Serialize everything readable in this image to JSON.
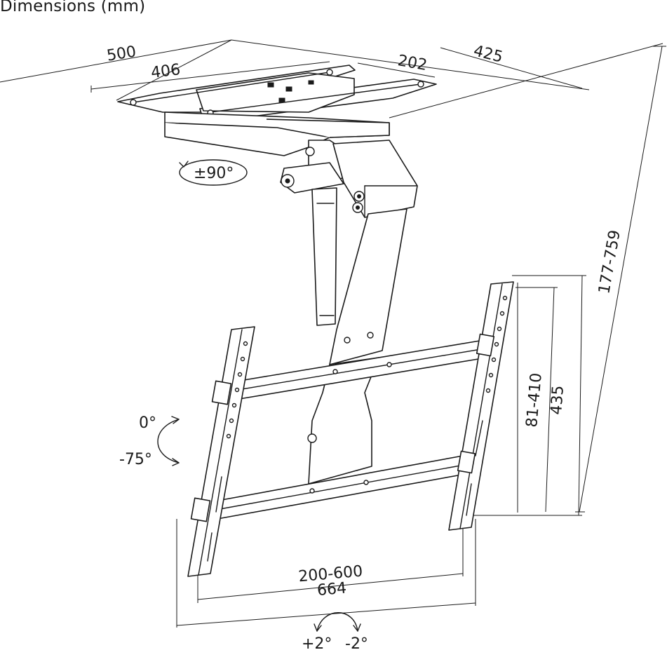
{
  "title": "Dimensions (mm)",
  "dimensions": {
    "plate_width_outer": "500",
    "plate_width_inner": "406",
    "plate_depth_inner": "202",
    "plate_depth_outer": "425",
    "height_range": "177-759",
    "vesa_vertical_range": "81-410",
    "bracket_height": "435",
    "vesa_horizontal_range": "200-600",
    "bracket_width": "664"
  },
  "rotations": {
    "swivel": "±90°",
    "tilt_top": "0°",
    "tilt_bottom": "-75°",
    "level_left": "+2°",
    "level_right": "-2°"
  }
}
